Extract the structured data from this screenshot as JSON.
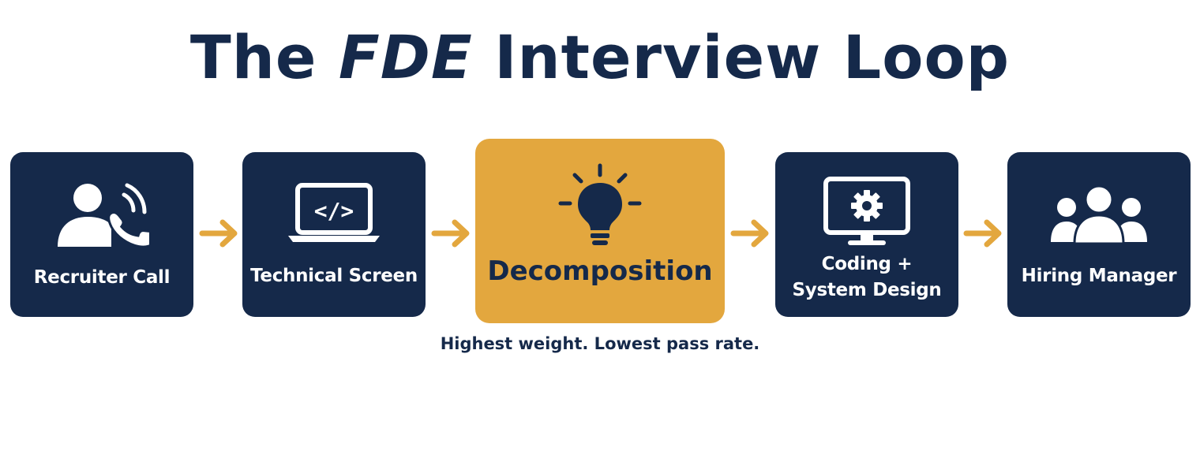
{
  "title": {
    "prefix": "The",
    "accent": "FDE",
    "suffix": "Interview Loop"
  },
  "stages": [
    {
      "label": "Recruiter Call",
      "icon": "person-phone-icon"
    },
    {
      "label": "Technical Screen",
      "icon": "laptop-code-icon"
    },
    {
      "label": "Decomposition",
      "icon": "lightbulb-icon",
      "highlighted": true
    },
    {
      "label_line1": "Coding +",
      "label_line2": "System Design",
      "icon": "monitor-gear-icon"
    },
    {
      "label": "Hiring Manager",
      "icon": "people-group-icon"
    }
  ],
  "highlight_note": "Highest weight. Lowest pass rate.",
  "colors": {
    "navy": "#15294a",
    "gold": "#e3a73e",
    "arrow": "#e3a73e",
    "background": "#ffffff"
  }
}
